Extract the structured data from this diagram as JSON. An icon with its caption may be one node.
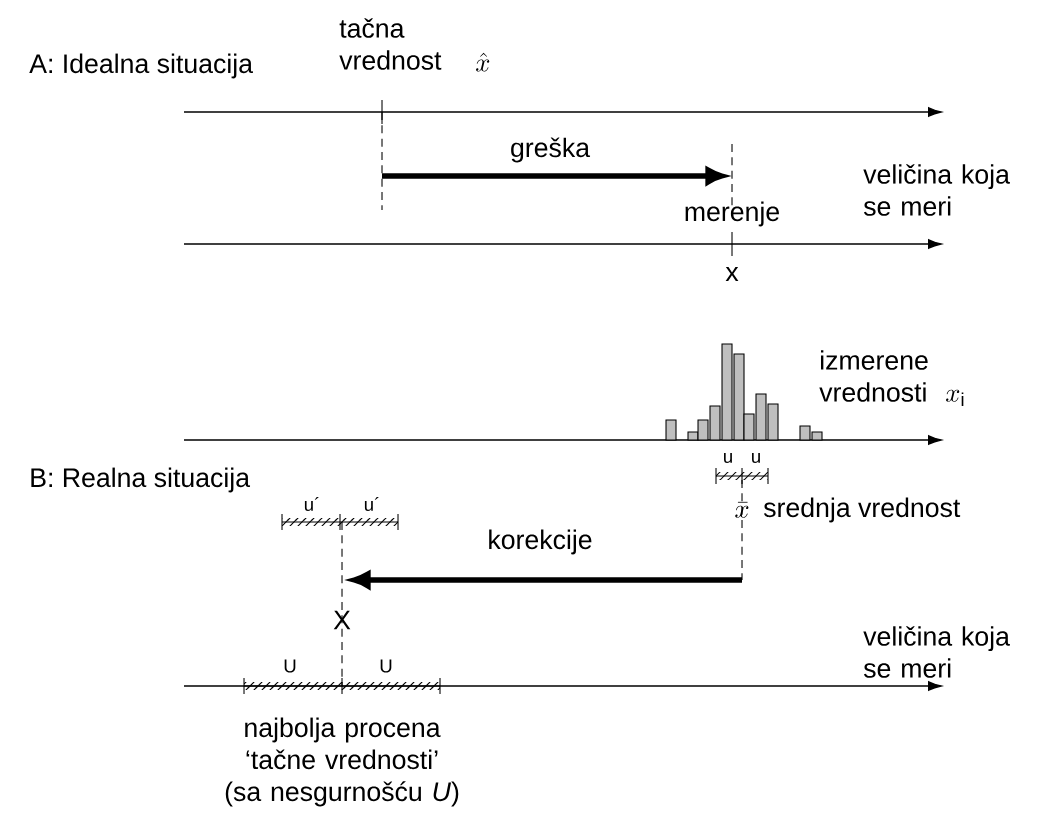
{
  "diagram": {
    "labels": [
      "A: Idealna situacija",
      "tačna vrednost",
      "\\hat{x}",
      "greška",
      "veličina koja se meri",
      "merenje",
      "x",
      "B: Realna situacija",
      "izmerene vrednosti",
      "x_{\\mathrm{i}}",
      "u",
      "u",
      "u´",
      "u´",
      "\\bar{x}",
      "srednja vrednost",
      "korekcije",
      "X",
      "U",
      "U",
      "veličina koja se meri",
      "najbolja procena ‘tačne vrednosti’ (sa nesgurnošću *U*)"
    ]
  }
}
